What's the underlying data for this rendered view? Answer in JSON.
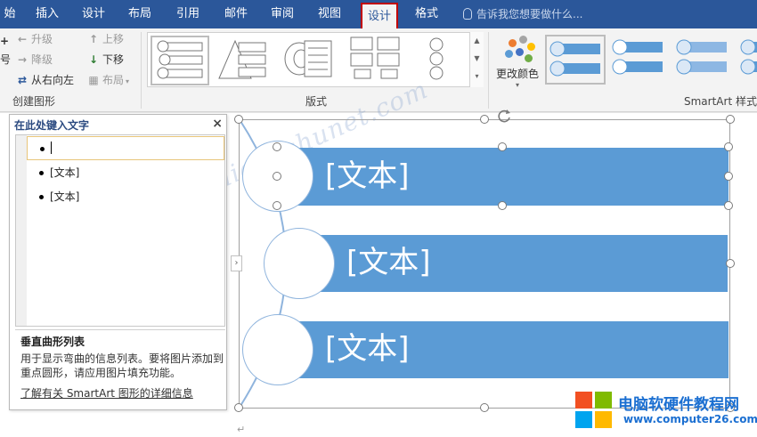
{
  "tabs": [
    {
      "label": "始"
    },
    {
      "label": "插入"
    },
    {
      "label": "设计"
    },
    {
      "label": "布局"
    },
    {
      "label": "引用"
    },
    {
      "label": "邮件"
    },
    {
      "label": "审阅"
    },
    {
      "label": "视图"
    },
    {
      "label": "设计"
    },
    {
      "label": "格式"
    }
  ],
  "tell_me": "告诉我您想要做什么...",
  "create_group": {
    "promote": "升级",
    "demote": "降级",
    "move_up": "上移",
    "move_down": "下移",
    "right_to_left": "从右向左",
    "layout": "布局",
    "left_fragment": "号",
    "label": "创建图形"
  },
  "layouts_label": "版式",
  "change_colors": "更改颜色",
  "styles_label": "SmartArt 样式",
  "pane": {
    "title": "在此处键入文字",
    "close": "×",
    "items": [
      "",
      "[文本]",
      "[文本]"
    ],
    "desc_title": "垂直曲形列表",
    "desc": "用于显示弯曲的信息列表。要将图片添加到重点圆形，请应用图片填充功能。",
    "link": "了解有关 SmartArt 图形的详细信息"
  },
  "smartart": {
    "items": [
      "[文本]",
      "[文本]",
      "[文本]"
    ],
    "fill": "#5b9bd5"
  },
  "watermark": "亮术网 www.liangshunet.com",
  "brand": {
    "name": "电脑软硬件教程网",
    "url": "www.computer26.com"
  }
}
